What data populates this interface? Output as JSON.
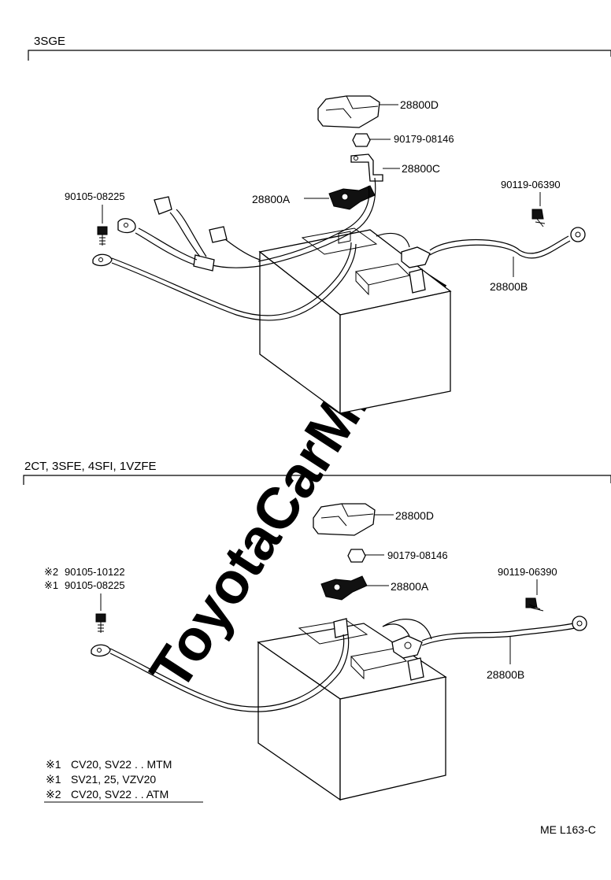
{
  "watermark": "ToyotaCarMine.ru",
  "sections": [
    {
      "title": "3SGE",
      "labels": {
        "cover": "28800D",
        "nut": "90179-08146",
        "clamp_c": "28800C",
        "terminal_a": "28800A",
        "bolt_left": "90105-08225",
        "bolt_right": "90119-06390",
        "cable_b": "28800B"
      }
    },
    {
      "title": "2CT, 3SFE, 4SFI, 1VZFE",
      "labels": {
        "cover": "28800D",
        "nut": "90179-08146",
        "bolt_left_2": "90105-10122",
        "bolt_left_1": "90105-08225",
        "terminal_a": "28800A",
        "bolt_right": "90119-06390",
        "cable_b": "28800B"
      },
      "marks": {
        "mark1": "※1",
        "mark2": "※2"
      },
      "notes": [
        {
          "mark": "※1",
          "text": "CV20, SV22 . . MTM"
        },
        {
          "mark": "※1",
          "text": "SV21, 25, VZV20"
        },
        {
          "mark": "※2",
          "text": "CV20, SV22 . . ATM"
        }
      ]
    }
  ],
  "code": "ME L163-C"
}
